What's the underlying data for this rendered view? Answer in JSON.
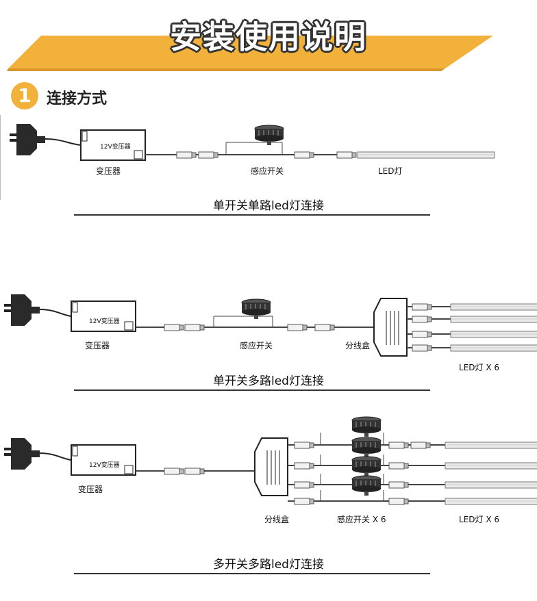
{
  "header": {
    "title": "安装使用说明"
  },
  "step": {
    "number": "1",
    "title": "连接方式"
  },
  "transformer_text": "12V变压器",
  "sections": [
    {
      "caption": "单开关单路led灯连接",
      "labels": {
        "transformer": "变压器",
        "sensor": "感应开关",
        "led": "LED灯"
      }
    },
    {
      "caption": "单开关多路led灯连接",
      "labels": {
        "transformer": "变压器",
        "sensor": "感应开关",
        "splitter": "分线盒",
        "led": "LED灯 X 6"
      }
    },
    {
      "caption": "多开关多路led灯连接",
      "labels": {
        "transformer": "变压器",
        "splitter": "分线盒",
        "sensor": "感应开关 X 6",
        "led": "LED灯 X 6"
      }
    }
  ],
  "colors": {
    "banner": "#f2b13a",
    "accent": "#f2b13a",
    "line": "#333333"
  }
}
